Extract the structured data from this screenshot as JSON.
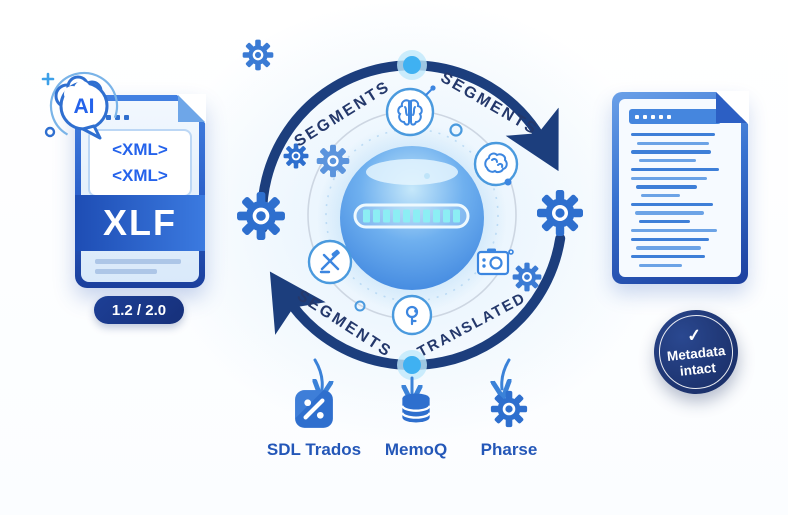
{
  "source_file": {
    "ai_badge": "AI",
    "xml_lines": [
      "<XML>",
      "<XML>"
    ],
    "name": "XLF",
    "version": "1.2 / 2.0"
  },
  "cycle": {
    "top_left": "SEGMENTS",
    "top_right": "SEGMENTS",
    "bottom_left": "SEGMENTS",
    "bottom_right": "TRANSLATED"
  },
  "tools": [
    {
      "label": "SDL Trados",
      "icon": "percent-diagonal-icon"
    },
    {
      "label": "MemoQ",
      "icon": "database-icon"
    },
    {
      "label": "Pharse",
      "icon": "gear-icon"
    }
  ],
  "result_badge": {
    "check_glyph": "✓",
    "line1": "Metadata",
    "line2": "intact"
  },
  "colors": {
    "arc_navy": "#1c3e7d",
    "label_navy": "#24386b",
    "primary_blue": "#2e6fce",
    "light_blue": "#4a9ade",
    "progress_cyan": "#8ceef4",
    "badge_navy": "#1e3575",
    "tool_label_blue": "#2457b8"
  }
}
